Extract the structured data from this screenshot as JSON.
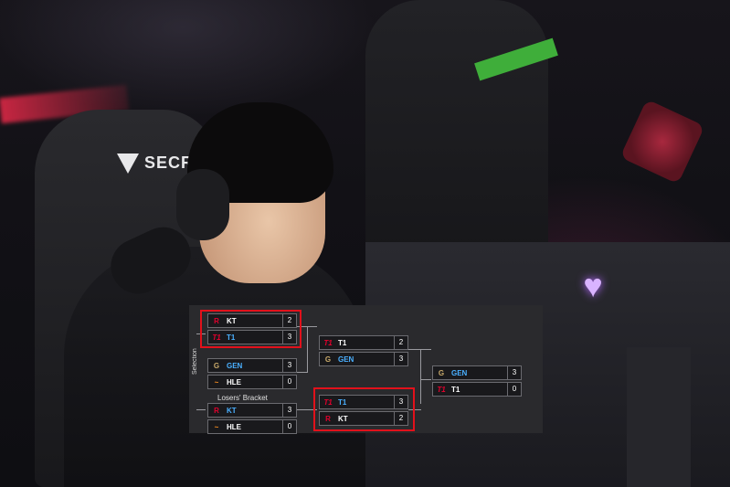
{
  "colors": {
    "highlight": "#e2111b",
    "winner_text": "#4ab0ff",
    "bracket_bg": "#2a2a2d"
  },
  "background": {
    "chair_logo": "SECR"
  },
  "bracket": {
    "side_label": "Selection",
    "losers_label": "Losers' Bracket",
    "matches": [
      {
        "id": "m1",
        "teams": [
          {
            "name": "KT",
            "score": "2",
            "logo": "kt-logo"
          },
          {
            "name": "T1",
            "score": "3",
            "logo": "t1-logo"
          }
        ]
      },
      {
        "id": "m2",
        "teams": [
          {
            "name": "GEN",
            "score": "3",
            "logo": "gen-logo"
          },
          {
            "name": "HLE",
            "score": "0",
            "logo": "hle-logo"
          }
        ]
      },
      {
        "id": "m3",
        "teams": [
          {
            "name": "KT",
            "score": "3",
            "logo": "kt-logo"
          },
          {
            "name": "HLE",
            "score": "0",
            "logo": "hle-logo"
          }
        ]
      },
      {
        "id": "m4",
        "teams": [
          {
            "name": "T1",
            "score": "2",
            "logo": "t1-logo"
          },
          {
            "name": "GEN",
            "score": "3",
            "logo": "gen-logo"
          }
        ]
      },
      {
        "id": "m5",
        "teams": [
          {
            "name": "T1",
            "score": "3",
            "logo": "t1-logo"
          },
          {
            "name": "KT",
            "score": "2",
            "logo": "kt-logo"
          }
        ]
      },
      {
        "id": "m6",
        "teams": [
          {
            "name": "GEN",
            "score": "3",
            "logo": "gen-logo"
          },
          {
            "name": "T1",
            "score": "0",
            "logo": "t1-logo"
          }
        ]
      }
    ]
  }
}
